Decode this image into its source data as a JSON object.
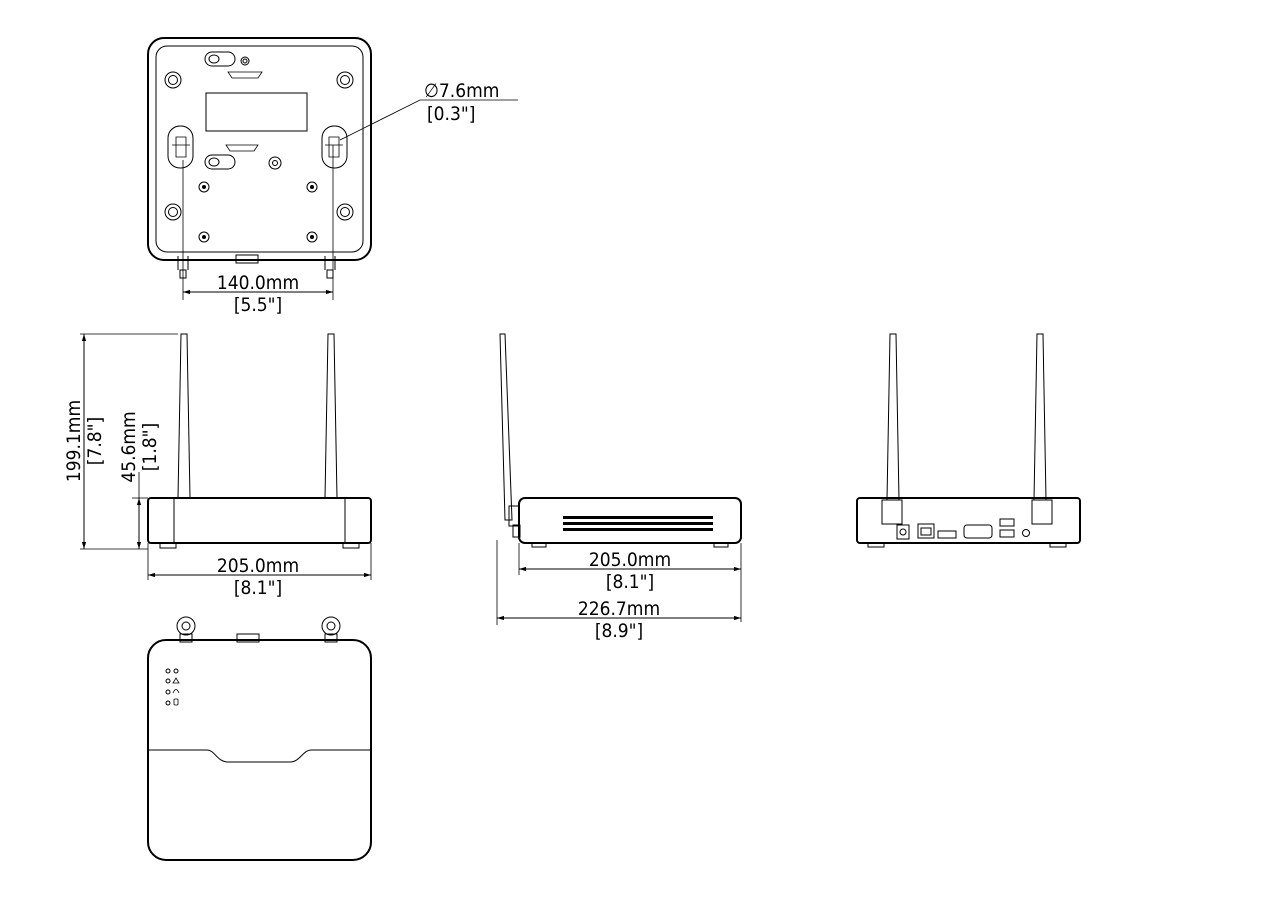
{
  "dimensions": {
    "hole_diameter_mm": "∅7.6mm",
    "hole_diameter_in": "[0.3\"]",
    "mount_spacing_mm": "140.0mm",
    "mount_spacing_in": "[5.5\"]",
    "total_height_mm": "199.1mm",
    "total_height_in": "[7.8\"]",
    "body_height_mm": "45.6mm",
    "body_height_in": "[1.8\"]",
    "front_width_mm": "205.0mm",
    "front_width_in": "[8.1\"]",
    "side_depth_mm": "205.0mm",
    "side_depth_in": "[8.1\"]",
    "side_total_mm": "226.7mm",
    "side_total_in": "[8.9\"]"
  },
  "colors": {
    "line": "#000000",
    "background": "#ffffff"
  }
}
